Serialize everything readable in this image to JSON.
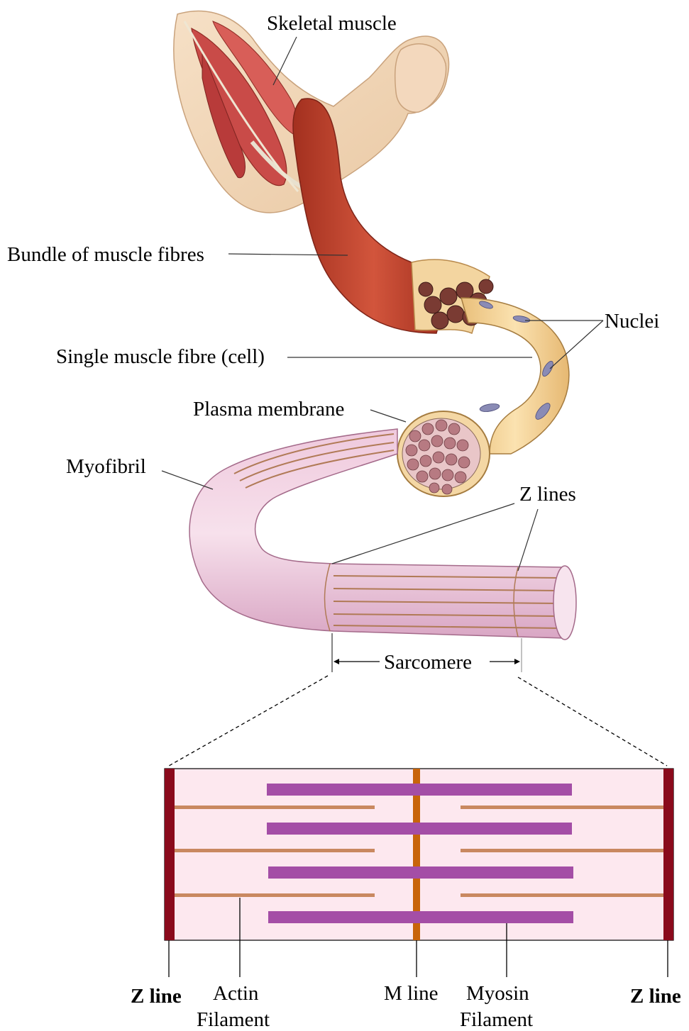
{
  "labels": {
    "skeletal_muscle": "Skeletal muscle",
    "bundle": "Bundle of muscle fibres",
    "nuclei": "Nuclei",
    "single_fibre": "Single muscle fibre (cell)",
    "plasma_membrane": "Plasma membrane",
    "myofibril": "Myofibril",
    "z_lines": "Z lines",
    "sarcomere": "Sarcomere"
  },
  "sarcomere_diagram": {
    "z_line_left": "Z line",
    "actin_1": "Actin",
    "actin_2": "Filament",
    "m_line": "M line",
    "myosin_1": "Myosin",
    "myosin_2": "Filament",
    "z_line_right": "Z line"
  },
  "colors": {
    "background_panel": "#fde8ef",
    "z_line": "#8a0a1c",
    "m_line": "#c8640a",
    "actin": "#c98860",
    "myosin": "#a44ea6",
    "muscle_red": "#c0392b",
    "fibre_tan": "#f2d39a",
    "myofibril_pink": "#e8bcd6"
  }
}
